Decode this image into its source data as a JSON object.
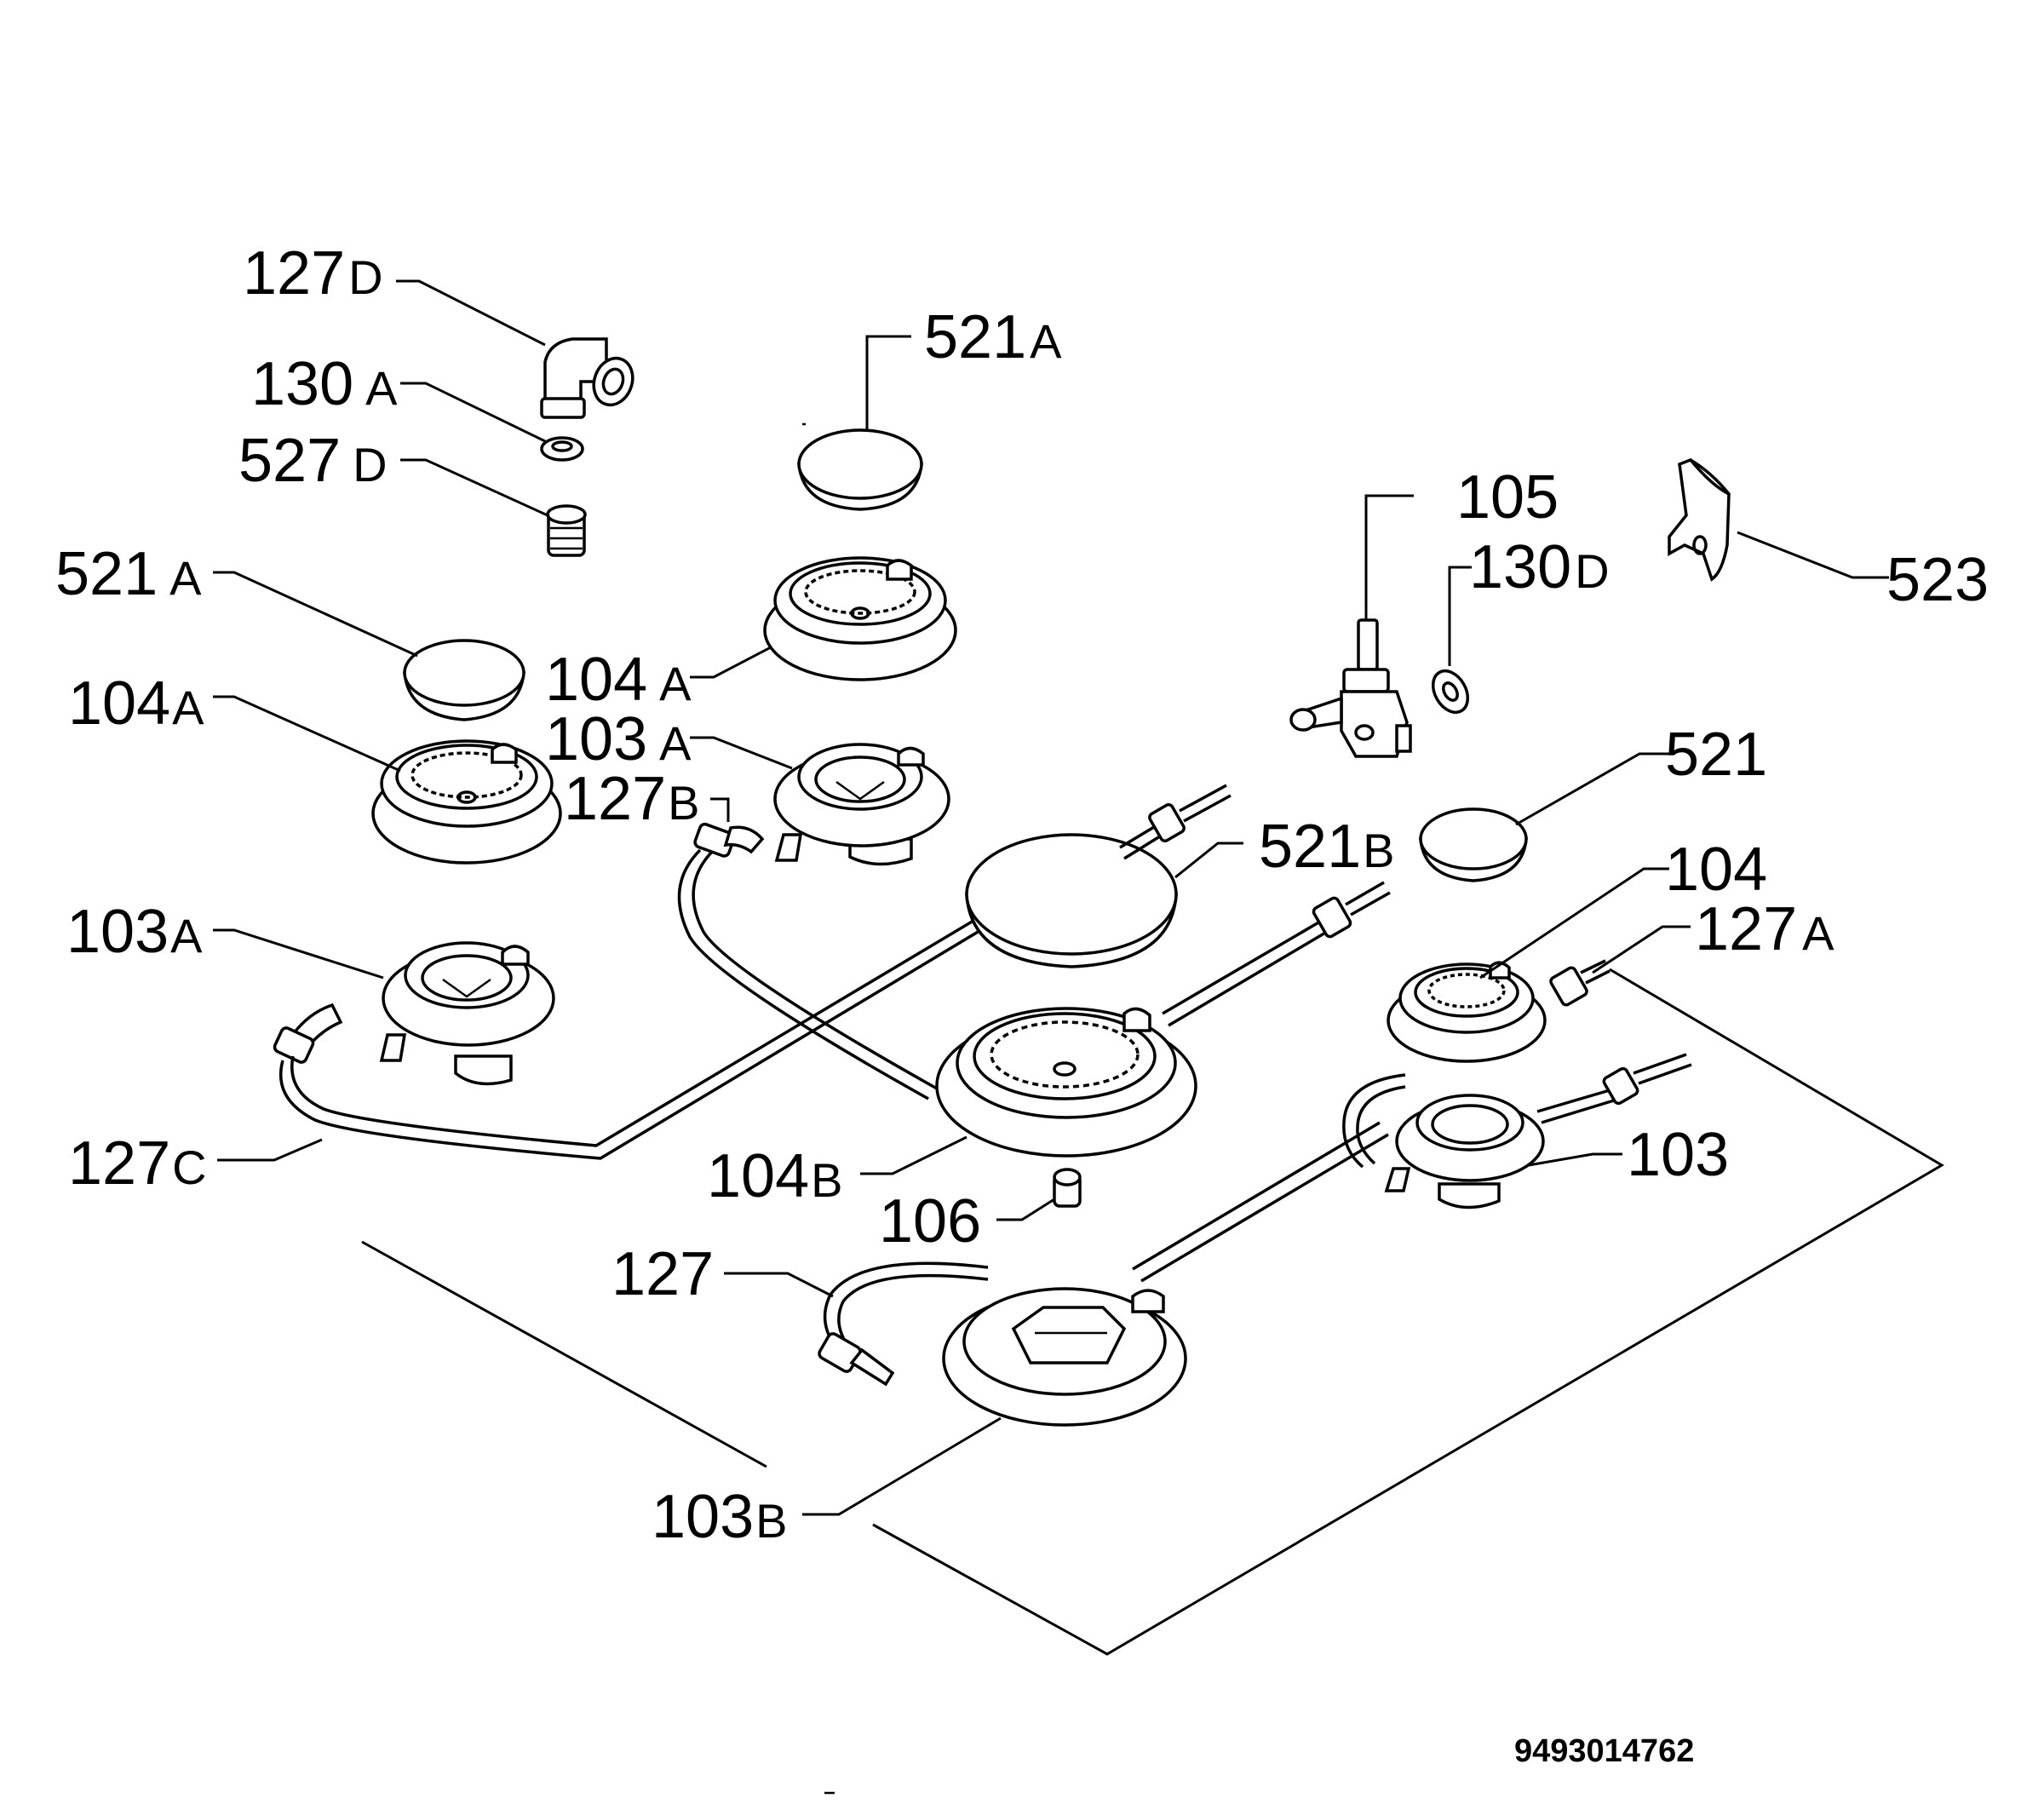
{
  "labels": {
    "l_127D": {
      "num": "127",
      "suf": "D"
    },
    "l_130A": {
      "num": "130",
      "suf": "A"
    },
    "l_527D": {
      "num": "527",
      "suf": "D"
    },
    "l_521A_l": {
      "num": "521",
      "suf": "A"
    },
    "l_104A_l": {
      "num": "104",
      "suf": "A"
    },
    "l_103A_l": {
      "num": "103",
      "suf": "A"
    },
    "l_127C": {
      "num": "127",
      "suf": "C"
    },
    "l_521A_t": {
      "num": "521",
      "suf": "A"
    },
    "l_104A_c": {
      "num": "104",
      "suf": "A"
    },
    "l_103A_c": {
      "num": "103",
      "suf": "A"
    },
    "l_127B": {
      "num": "127",
      "suf": "B"
    },
    "l_105": {
      "num": "105",
      "suf": ""
    },
    "l_130D": {
      "num": "130",
      "suf": "D"
    },
    "l_523": {
      "num": "523",
      "suf": ""
    },
    "l_521": {
      "num": "521",
      "suf": ""
    },
    "l_521B": {
      "num": "521",
      "suf": "B"
    },
    "l_104": {
      "num": "104",
      "suf": ""
    },
    "l_127A": {
      "num": "127",
      "suf": "A"
    },
    "l_103": {
      "num": "103",
      "suf": ""
    },
    "l_104B": {
      "num": "104",
      "suf": "B"
    },
    "l_106": {
      "num": "106",
      "suf": ""
    },
    "l_127": {
      "num": "127",
      "suf": ""
    },
    "l_103B": {
      "num": "103",
      "suf": "B"
    }
  },
  "document_number": "9493014762"
}
